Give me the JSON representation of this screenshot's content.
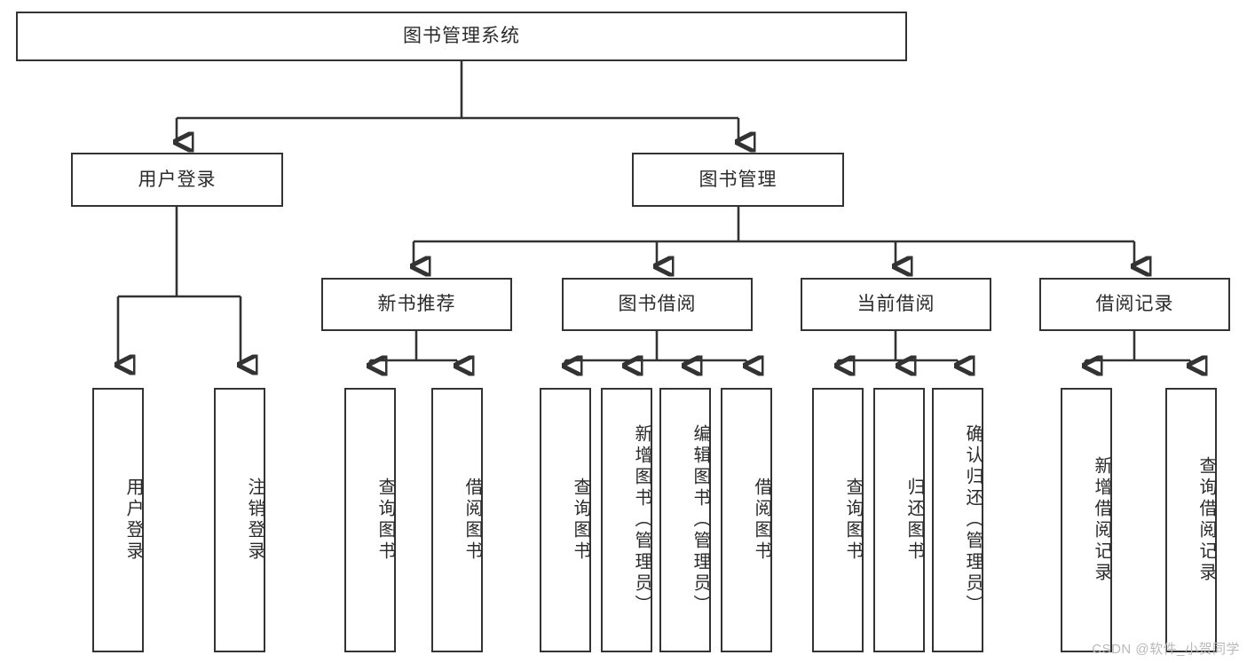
{
  "diagram": {
    "title": "图书管理系统",
    "type": "tree",
    "watermark": "CSDN @软件_小贺同学",
    "colors": {
      "border": "#333333",
      "background": "#ffffff",
      "text": "#2b2b2b",
      "watermark": "#b9b9b9"
    },
    "root": {
      "label": "图书管理系统"
    },
    "level2": [
      {
        "label": "用户登录"
      },
      {
        "label": "图书管理"
      }
    ],
    "level3": [
      {
        "label": "新书推荐"
      },
      {
        "label": "图书借阅"
      },
      {
        "label": "当前借阅"
      },
      {
        "label": "借阅记录"
      }
    ],
    "leaves": {
      "user_login": [
        {
          "label": "用户登录"
        },
        {
          "label": "注销登录"
        }
      ],
      "new_book_recommend": [
        {
          "label": "查询图书"
        },
        {
          "label": "借阅图书"
        }
      ],
      "book_borrow": [
        {
          "label": "查询图书"
        },
        {
          "label": "新增图书（管理员）"
        },
        {
          "label": "编辑图书（管理员）"
        },
        {
          "label": "借阅图书"
        }
      ],
      "current_borrow": [
        {
          "label": "查询图书"
        },
        {
          "label": "归还图书"
        },
        {
          "label": "确认归还（管理员）"
        }
      ],
      "borrow_records": [
        {
          "label": "新增借阅记录"
        },
        {
          "label": "查询借阅记录"
        }
      ]
    }
  }
}
